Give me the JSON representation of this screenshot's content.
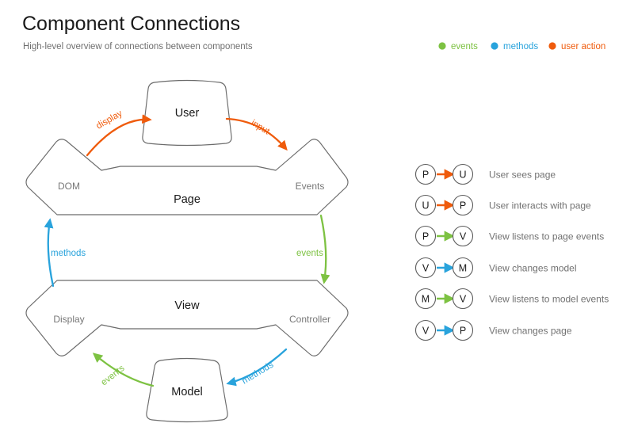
{
  "header": {
    "title": "Component Connections",
    "subtitle": "High-level overview of connections between components"
  },
  "colors": {
    "events": "#7dc242",
    "methods": "#29a3dc",
    "user_action": "#ef5b0c",
    "shape_stroke": "#6b6b6b",
    "text_primary": "#1a1a1a",
    "text_muted": "#777777",
    "background": "#ffffff"
  },
  "legend": {
    "items": [
      {
        "label": "events",
        "color": "#7dc242",
        "icon": "dot-icon"
      },
      {
        "label": "methods",
        "color": "#29a3dc",
        "icon": "dot-icon"
      },
      {
        "label": "user action",
        "color": "#ef5b0c",
        "icon": "dot-icon"
      }
    ]
  },
  "diagram": {
    "nodes": [
      {
        "id": "user",
        "title": "User",
        "sub_left": "",
        "sub_right": ""
      },
      {
        "id": "page",
        "title": "Page",
        "sub_left": "DOM",
        "sub_right": "Events"
      },
      {
        "id": "view",
        "title": "View",
        "sub_left": "Display",
        "sub_right": "Controller"
      },
      {
        "id": "model",
        "title": "Model",
        "sub_left": "",
        "sub_right": ""
      }
    ],
    "connections": [
      {
        "id": "dom-to-user",
        "label": "display",
        "color": "#ef5b0c",
        "from": "Page.DOM",
        "to": "User"
      },
      {
        "id": "user-to-events",
        "label": "input",
        "color": "#ef5b0c",
        "from": "User",
        "to": "Page.Events"
      },
      {
        "id": "view-to-dom",
        "label": "methods",
        "color": "#29a3dc",
        "from": "View.Display",
        "to": "Page.DOM"
      },
      {
        "id": "events-to-view",
        "label": "events",
        "color": "#7dc242",
        "from": "Page.Events",
        "to": "View.Controller"
      },
      {
        "id": "model-to-display",
        "label": "events",
        "color": "#7dc242",
        "from": "Model",
        "to": "View.Display"
      },
      {
        "id": "controller-to-model",
        "label": "methods",
        "color": "#29a3dc",
        "from": "View.Controller",
        "to": "Model"
      }
    ]
  },
  "key": {
    "rows": [
      {
        "from": "P",
        "to": "U",
        "color": "#ef5b0c",
        "description": "User sees page"
      },
      {
        "from": "U",
        "to": "P",
        "color": "#ef5b0c",
        "description": "User interacts with page"
      },
      {
        "from": "P",
        "to": "V",
        "color": "#7dc242",
        "description": "View listens to page events"
      },
      {
        "from": "V",
        "to": "M",
        "color": "#29a3dc",
        "description": "View changes model"
      },
      {
        "from": "M",
        "to": "V",
        "color": "#7dc242",
        "description": "View listens to model events"
      },
      {
        "from": "V",
        "to": "P",
        "color": "#29a3dc",
        "description": "View changes page"
      }
    ]
  }
}
